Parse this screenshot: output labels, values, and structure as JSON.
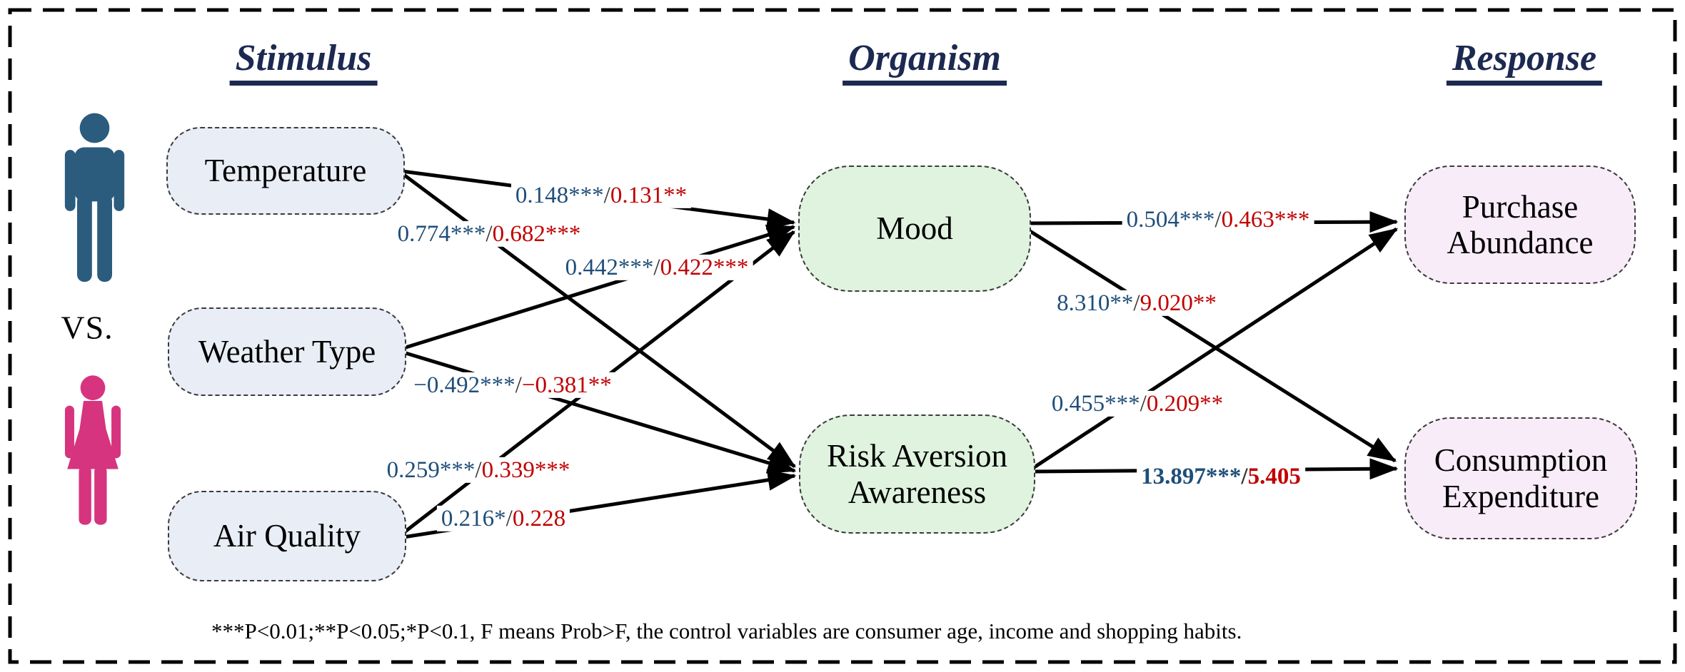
{
  "headers": {
    "stimulus": "Stimulus",
    "organism": "Organism",
    "response": "Response"
  },
  "comparison": {
    "vs_label": "VS.",
    "male_icon": "male-person-icon",
    "female_icon": "female-person-icon"
  },
  "colors": {
    "male_coefficient": "#1F4E79",
    "female_coefficient": "#C00000",
    "header_navy": "#1C2951",
    "stimulus_node_fill": "#E9EDF6",
    "organism_node_fill": "#DFF3DF",
    "response_node_fill": "#F8ECF8",
    "male_icon": "#2B5C7E",
    "female_icon": "#D6347F",
    "arrow": "#000000"
  },
  "nodes": {
    "temperature": {
      "line1": "Temperature"
    },
    "weather_type": {
      "line1": "Weather Type"
    },
    "air_quality": {
      "line1": "Air Quality"
    },
    "mood": {
      "line1": "Mood"
    },
    "risk_aversion": {
      "line1": "Risk Aversion",
      "line2": "Awareness"
    },
    "purchase": {
      "line1": "Purchase",
      "line2": "Abundance"
    },
    "consumption": {
      "line1": "Consumption",
      "line2": "Expenditure"
    }
  },
  "separator": "/",
  "edges": {
    "temp_mood": {
      "male": "0.148***",
      "female": "0.131**"
    },
    "temp_risk": {
      "male": "0.774***",
      "female": "0.682***"
    },
    "weather_mood": {
      "male": "0.442***",
      "female": "0.422***"
    },
    "weather_risk": {
      "male": "−0.492***",
      "female": "−0.381**"
    },
    "air_mood": {
      "male": "0.259***",
      "female": "0.339***"
    },
    "air_risk": {
      "male": "0.216*",
      "female": "0.228"
    },
    "mood_purchase": {
      "male": "0.504***",
      "female": "0.463***"
    },
    "mood_consumption": {
      "male": "8.310**",
      "female": "9.020**"
    },
    "risk_purchase": {
      "male": "0.455***",
      "female": "0.209**"
    },
    "risk_consumption": {
      "male": "13.897***",
      "female": "5.405"
    }
  },
  "footnote": "***P<0.01;**P<0.05;*P<0.1, F means Prob>F, the control variables are consumer age, income and shopping habits."
}
